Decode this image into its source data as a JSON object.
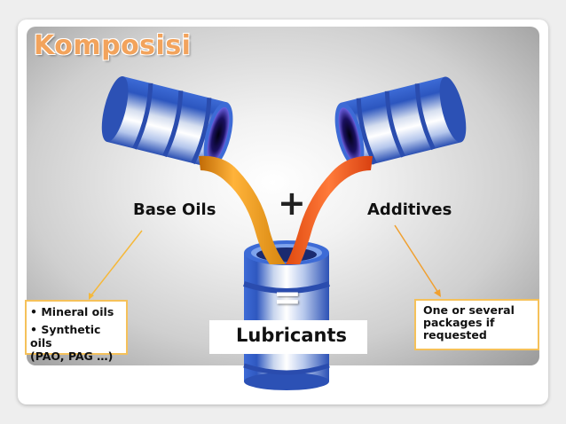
{
  "slide": {
    "title": "Komposisi"
  },
  "diagram": {
    "left_label": "Base Oils",
    "right_label": "Additives",
    "plus_sign": "+",
    "equals_sign": "=",
    "result_label": "Lubricants",
    "left_box": {
      "items": [
        "• Mineral oils",
        "• Synthetic oils",
        "(PAO, PAG …)"
      ]
    },
    "right_box": {
      "text": "One or several packages if requested"
    }
  },
  "colors": {
    "title": "#f2a35c",
    "drum_blue": "#3f6fd8",
    "base_oil_stream": "#f0a21a",
    "additive_stream": "#f2642a",
    "callout_border": "#f5c15a"
  }
}
